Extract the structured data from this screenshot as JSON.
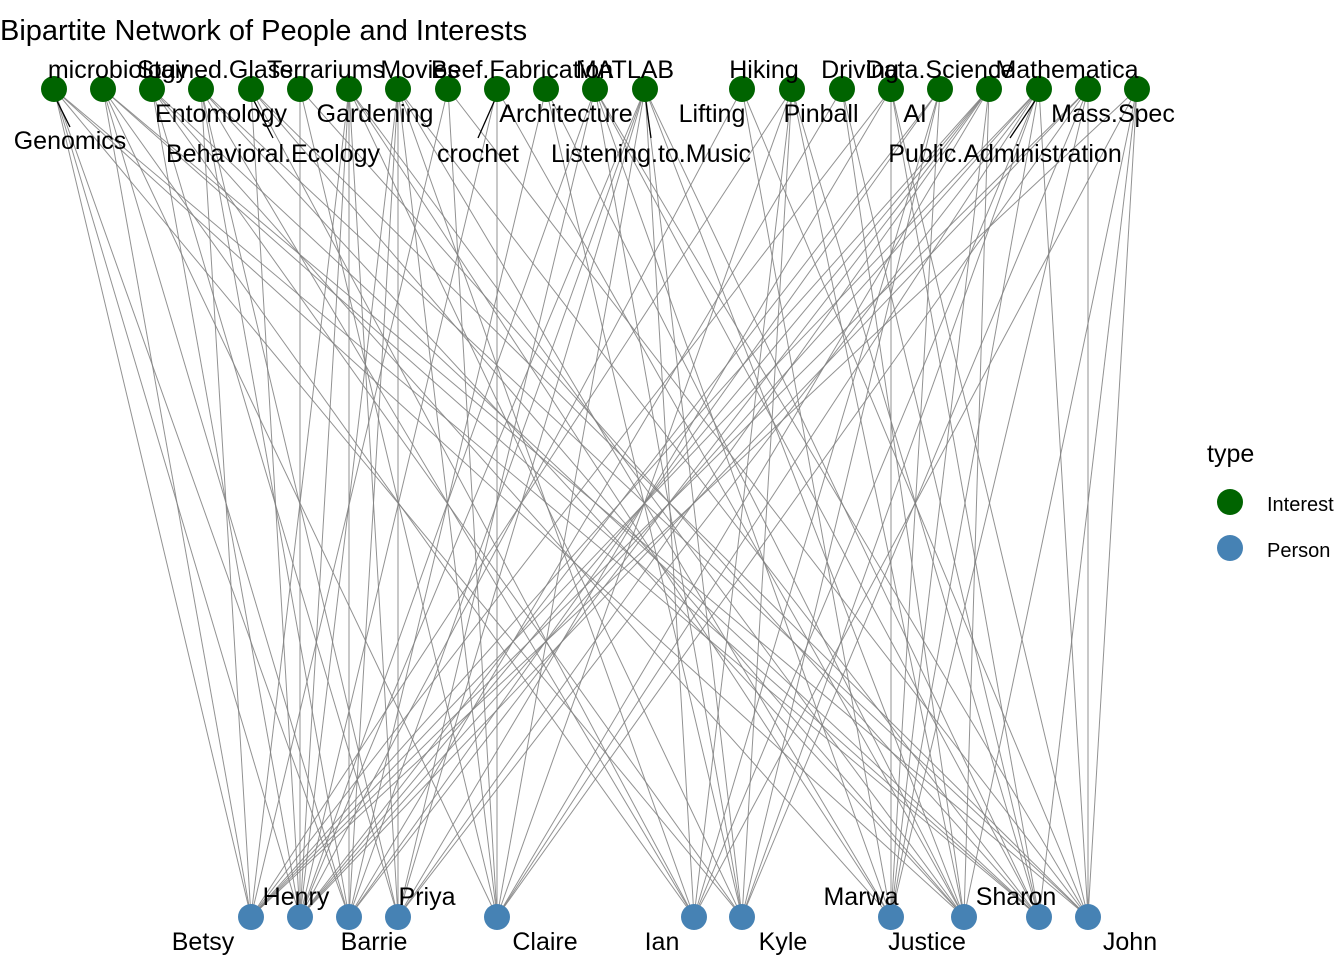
{
  "title": "Bipartite Network of People and Interests",
  "legend": {
    "title": "type",
    "items": [
      {
        "label": "Interest",
        "color": "#006400"
      },
      {
        "label": "Person",
        "color": "#4682B4"
      }
    ]
  },
  "colors": {
    "interest": "#006400",
    "person": "#4682B4",
    "edge": "#7f7f7f"
  },
  "interests": [
    "Genomics",
    "microbiology",
    "Stained.Glass",
    "Entomology",
    "Behavioral.Ecology",
    "Terrariums",
    "Gardening",
    "Movies",
    "Beef.Fabrication",
    "crochet",
    "Architecture",
    "Listening.to.Music",
    "MATLAB",
    "Lifting",
    "Hiking",
    "Pinball",
    "Driving",
    "Public.Administration",
    "AI",
    "Data.Science",
    "Mathematica",
    "Mass.Spec"
  ],
  "people": [
    "Betsy",
    "Henry",
    "Barrie",
    "Priya",
    "Claire",
    "Ian",
    "Kyle",
    "Marwa",
    "Justice",
    "Sharon",
    "John"
  ]
}
